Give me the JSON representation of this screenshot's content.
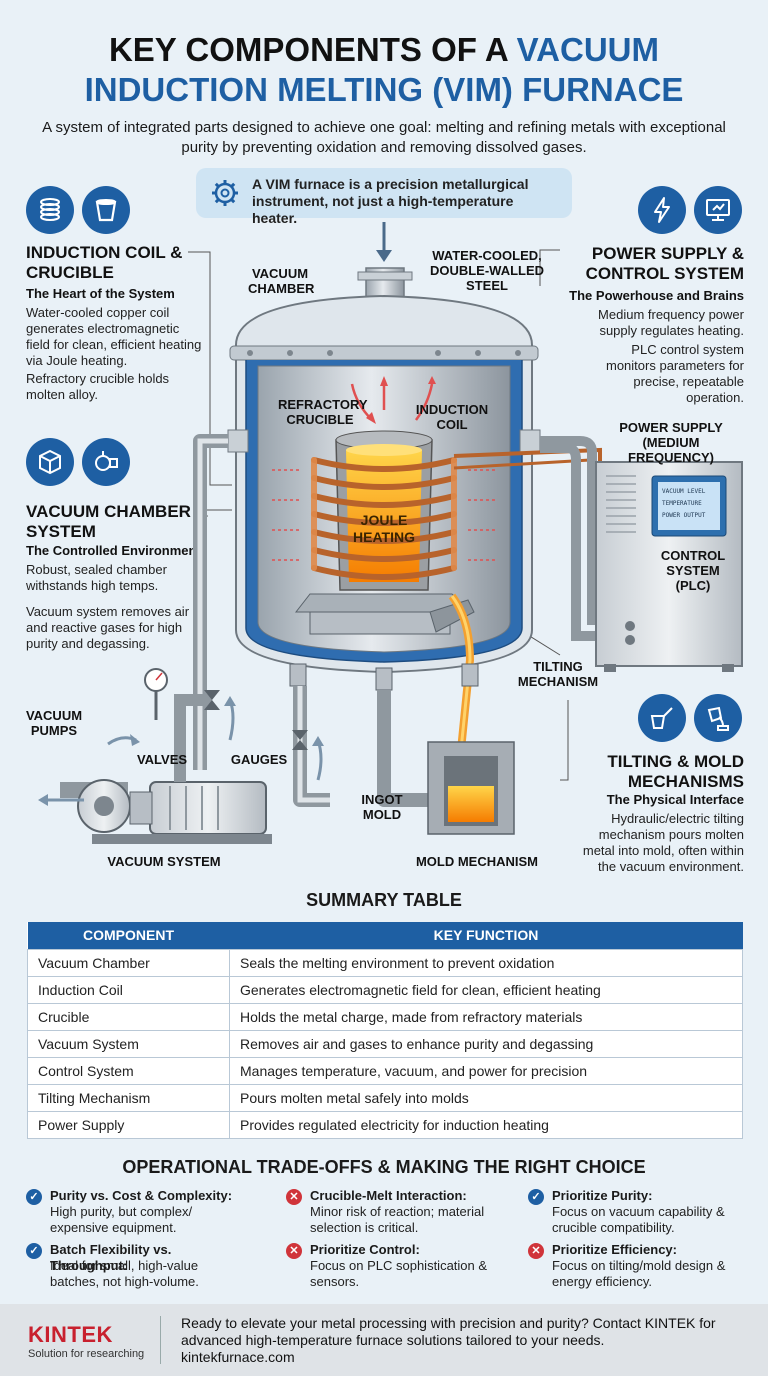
{
  "title": {
    "line1_a": "KEY COMPONENTS OF A ",
    "line1_b": "VACUUM",
    "line2": "INDUCTION MELTING (VIM) FURNACE"
  },
  "subtitle": "A system of integrated parts designed to achieve one goal: melting and refining metals with exceptional purity by preventing oxidation and removing dissolved gases.",
  "callout": "A VIM furnace is a precision metallurgical instrument, not just a high-temperature heater.",
  "sections": {
    "coil": {
      "title": "INDUCTION COIL & CRUCIBLE",
      "subtitle": "The Heart of the System",
      "body1": "Water-cooled copper coil generates electromagnetic field for clean, efficient heating via Joule heating.",
      "body2": "Refractory crucible holds molten alloy."
    },
    "chamber": {
      "title": "VACUUM CHAMBER & SYSTEM",
      "subtitle": "The Controlled Environment",
      "body1": "Robust, sealed chamber withstands high temps.",
      "body2": "Vacuum system removes air and reactive gases for high purity and degassing."
    },
    "power": {
      "title": "POWER SUPPLY & CONTROL SYSTEM",
      "subtitle": "The Powerhouse and Brains",
      "body1": "Medium frequency power supply regulates heating.",
      "body2": "PLC control system monitors parameters for precise, repeatable operation."
    },
    "tilting": {
      "title": "TILTING & MOLD MECHANISMS",
      "subtitle": "The Physical Interface",
      "body1": "Hydraulic/electric tilting mechanism pours molten metal into mold, often within the vacuum environment."
    }
  },
  "labels": {
    "vacuum_chamber": "VACUUM CHAMBER",
    "water_cooled": "WATER-COOLED, DOUBLE-WALLED STEEL",
    "refractory": "REFRACTORY CRUCIBLE",
    "induction_coil": "INDUCTION COIL",
    "joule": "JOULE HEATING",
    "power_supply": "POWER SUPPLY (MEDIUM FREQUENCY)",
    "control": "CONTROL SYSTEM (PLC)",
    "tilting": "TILTING MECHANISM",
    "vacuum_pumps": "VACUUM PUMPS",
    "valves": "VALVES",
    "gauges": "GAUGES",
    "ingot": "INGOT MOLD",
    "vacuum_system": "VACUUM SYSTEM",
    "mold_mechanism": "MOLD MECHANISM"
  },
  "screen": [
    "VACUUM LEVEL",
    "TEMPERATURE",
    "POWER OUTPUT"
  ],
  "summary": {
    "title": "SUMMARY TABLE",
    "headers": [
      "COMPONENT",
      "KEY FUNCTION"
    ],
    "rows": [
      [
        "Vacuum Chamber",
        "Seals the melting environment to prevent oxidation"
      ],
      [
        "Induction Coil",
        "Generates electromagnetic field for clean, efficient heating"
      ],
      [
        "Crucible",
        "Holds the metal charge, made from refractory materials"
      ],
      [
        "Vacuum System",
        "Removes air and gases to enhance purity and degassing"
      ],
      [
        "Control System",
        "Manages temperature, vacuum, and power for precision"
      ],
      [
        "Tilting Mechanism",
        "Pours molten metal safely into molds"
      ],
      [
        "Power Supply",
        "Provides regulated electricity for induction heating"
      ]
    ]
  },
  "tradeoffs": {
    "title": "OPERATIONAL TRADE-OFFS & MAKING THE RIGHT CHOICE",
    "items": [
      {
        "kind": "check",
        "head": "Purity vs. Cost & Complexity:",
        "body": "High purity, but complex/ expensive equipment."
      },
      {
        "kind": "cross",
        "head": "Crucible-Melt Interaction:",
        "body": "Minor risk of reaction; material selection is critical."
      },
      {
        "kind": "check",
        "head": "Prioritize Purity:",
        "body": "Focus on vacuum capability & crucible compatibility."
      },
      {
        "kind": "check",
        "head": "Batch Flexibility vs. Throughput:",
        "body": "Ideal for small, high-value batches, not high-volume."
      },
      {
        "kind": "cross",
        "head": "Prioritize Control:",
        "body": "Focus on PLC sophistication & sensors."
      },
      {
        "kind": "cross",
        "head": "Prioritize Efficiency:",
        "body": "Focus on tilting/mold design & energy efficiency."
      }
    ]
  },
  "footer": {
    "logo": "KINTEK",
    "tagline": "Solution for researching",
    "text": "Ready to elevate your metal processing with precision and purity? Contact KINTEK for advanced high-temperature furnace solutions tailored to your needs.",
    "url": "kintekfurnace.com"
  },
  "colors": {
    "brand_blue": "#1e5fa3",
    "check": "#1e5fa3",
    "cross": "#d0343a",
    "logo_red": "#c8202e"
  }
}
